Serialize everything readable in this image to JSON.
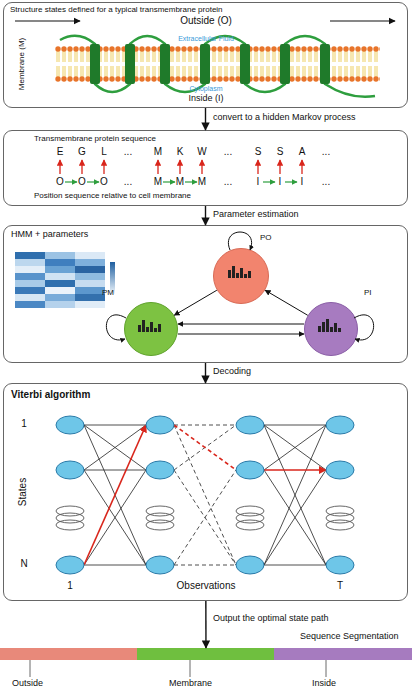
{
  "diagram": {
    "nodes": [
      {
        "text": [
          "Structure states defined for a typical transmembrane protein"
        ]
      },
      {
        "text": [
          "Transmembrane protein sequence",
          "Position sequence relative to cell membrane"
        ]
      },
      {
        "text": [
          "HMM + parameters"
        ]
      },
      {
        "text": [
          "PO"
        ],
        "in": 2
      },
      {
        "text": [
          "PM"
        ],
        "in": 2
      },
      {
        "text": [
          "PI"
        ],
        "in": 2
      },
      {
        "text": [
          "Viterbi algorithm"
        ]
      },
      {
        "text": [
          "Sequence Segmentation"
        ]
      },
      {
        "text": [
          "Outside"
        ],
        "in": 7
      },
      {
        "text": [
          "Membrane"
        ],
        "in": 7
      },
      {
        "text": [
          "Inside"
        ],
        "in": 7
      }
    ],
    "edges": [
      {
        "from": 0,
        "to": 1,
        "arrow": "to",
        "label": "convert to a hidden Markov process"
      },
      {
        "from": 1,
        "to": 2,
        "arrow": "to",
        "label": "Parameter estimation"
      },
      {
        "from": 2,
        "to": 6,
        "arrow": "to",
        "label": "Decoding"
      },
      {
        "from": 6,
        "to": 7,
        "arrow": "to",
        "label": "Output the optimal state path"
      },
      {
        "from": 3,
        "to": 4,
        "arrow": "to"
      },
      {
        "from": 5,
        "to": 3,
        "arrow": "to"
      },
      {
        "from": 4,
        "to": 5,
        "arrow": "to"
      },
      {
        "from": 5,
        "to": 4,
        "arrow": "to"
      }
    ],
    "labels": [
      "Outside (O)",
      "Extracellular Fluid",
      "Membrane (M)",
      "Cytoplasm",
      "Inside (I)",
      "E",
      "G",
      "L",
      "...",
      "M",
      "K",
      "W",
      "...",
      "S",
      "S",
      "A",
      "...",
      "O",
      "O",
      "O",
      "...",
      "M",
      "M",
      "M",
      "...",
      "I",
      "I",
      "I",
      "...",
      "1",
      "N",
      "States",
      "Observations",
      "1",
      "T"
    ]
  }
}
